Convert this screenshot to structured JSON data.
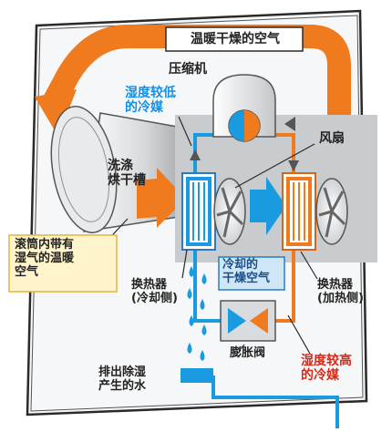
{
  "labels": {
    "warm_dry_air": "温暖干燥的空气",
    "compressor": "压缩机",
    "low_humidity_refrigerant": "湿度较低\n的冷媒",
    "fan": "风扇",
    "drum": "洗涤\n烘干槽",
    "drum_warm_humid_air": "滚筒内带有\n湿气的温暖\n空气",
    "cooled_dry_air": "冷却的\n干燥空气",
    "heat_exchanger_cooling": "换热器\n(冷却侧)",
    "heat_exchanger_heating": "换热器\n(加热侧)",
    "expansion_valve": "膨胀阀",
    "high_humidity_refrigerant": "湿度较高\n的冷媒",
    "drain_water": "排出除湿\n产生的水"
  },
  "colors": {
    "air_flow": "#f07a1e",
    "refrigerant_cold": "#1a9be0",
    "text_blue": "#1a8fe0",
    "text_red": "#d42a1a",
    "panel_gray": "#c9cccf"
  }
}
